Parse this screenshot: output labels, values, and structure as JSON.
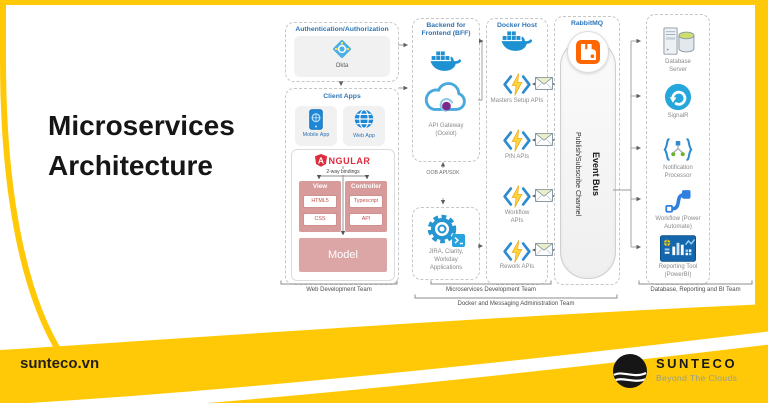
{
  "page": {
    "title_line1": "Microservices",
    "title_line2": "Architecture"
  },
  "footer": {
    "website": "sunteco.vn",
    "brand": "SUNTECO",
    "tagline": "Beyond The Clouds"
  },
  "colors": {
    "accent_yellow": "#FFC907",
    "heading_blue": "#2E75B6",
    "docker_blue": "#1D91D1",
    "rabbitmq_orange": "#FF6600",
    "angular_red": "#DD2C3E",
    "rose": "#D89B9B"
  },
  "auth": {
    "title": "Authentication/Authorization",
    "provider_label": "Okta"
  },
  "client_apps": {
    "title": "Client Apps",
    "mobile_label": "Mobile App",
    "web_label": "Web App",
    "angular": {
      "logo_letter": "A",
      "logo_rest": "NGULAR",
      "bindings_label": "2-way bindings",
      "view": {
        "title": "View",
        "items": [
          "HTML5",
          "CSS"
        ]
      },
      "controller": {
        "title": "Controller",
        "items": [
          "Typescript",
          "API"
        ]
      },
      "model_label": "Model"
    }
  },
  "bff": {
    "title": "Backend for Frontend (BFF)",
    "gateway_label": "API Gateway (Ocelot)"
  },
  "external_apps": {
    "connector_label": "OOB API/SDK",
    "label": "JIRA, Clarity, Workday Applications"
  },
  "docker_host": {
    "title": "Docker Host",
    "apis": [
      "Masters Setup APIs",
      "PIN APIs",
      "Workflow APIs",
      "Rework APIs"
    ]
  },
  "rabbitmq": {
    "title": "RabbitMQ",
    "event_bus": "Event Bus",
    "channel": "Publish/Subscribe Channel"
  },
  "services": {
    "items": [
      {
        "label": "Database Server"
      },
      {
        "label": "SignalR"
      },
      {
        "label": "Notification Processor"
      },
      {
        "label": "Workflow (Power Automate)"
      },
      {
        "label": "Reporting Tool (PowerBI)"
      }
    ]
  },
  "teams": {
    "web": "Web Development Team",
    "micro": "Microservices Development Team",
    "docker_msg": "Docker and Messaging Administration Team",
    "db_bi": "Database, Reporting and BI Team"
  }
}
